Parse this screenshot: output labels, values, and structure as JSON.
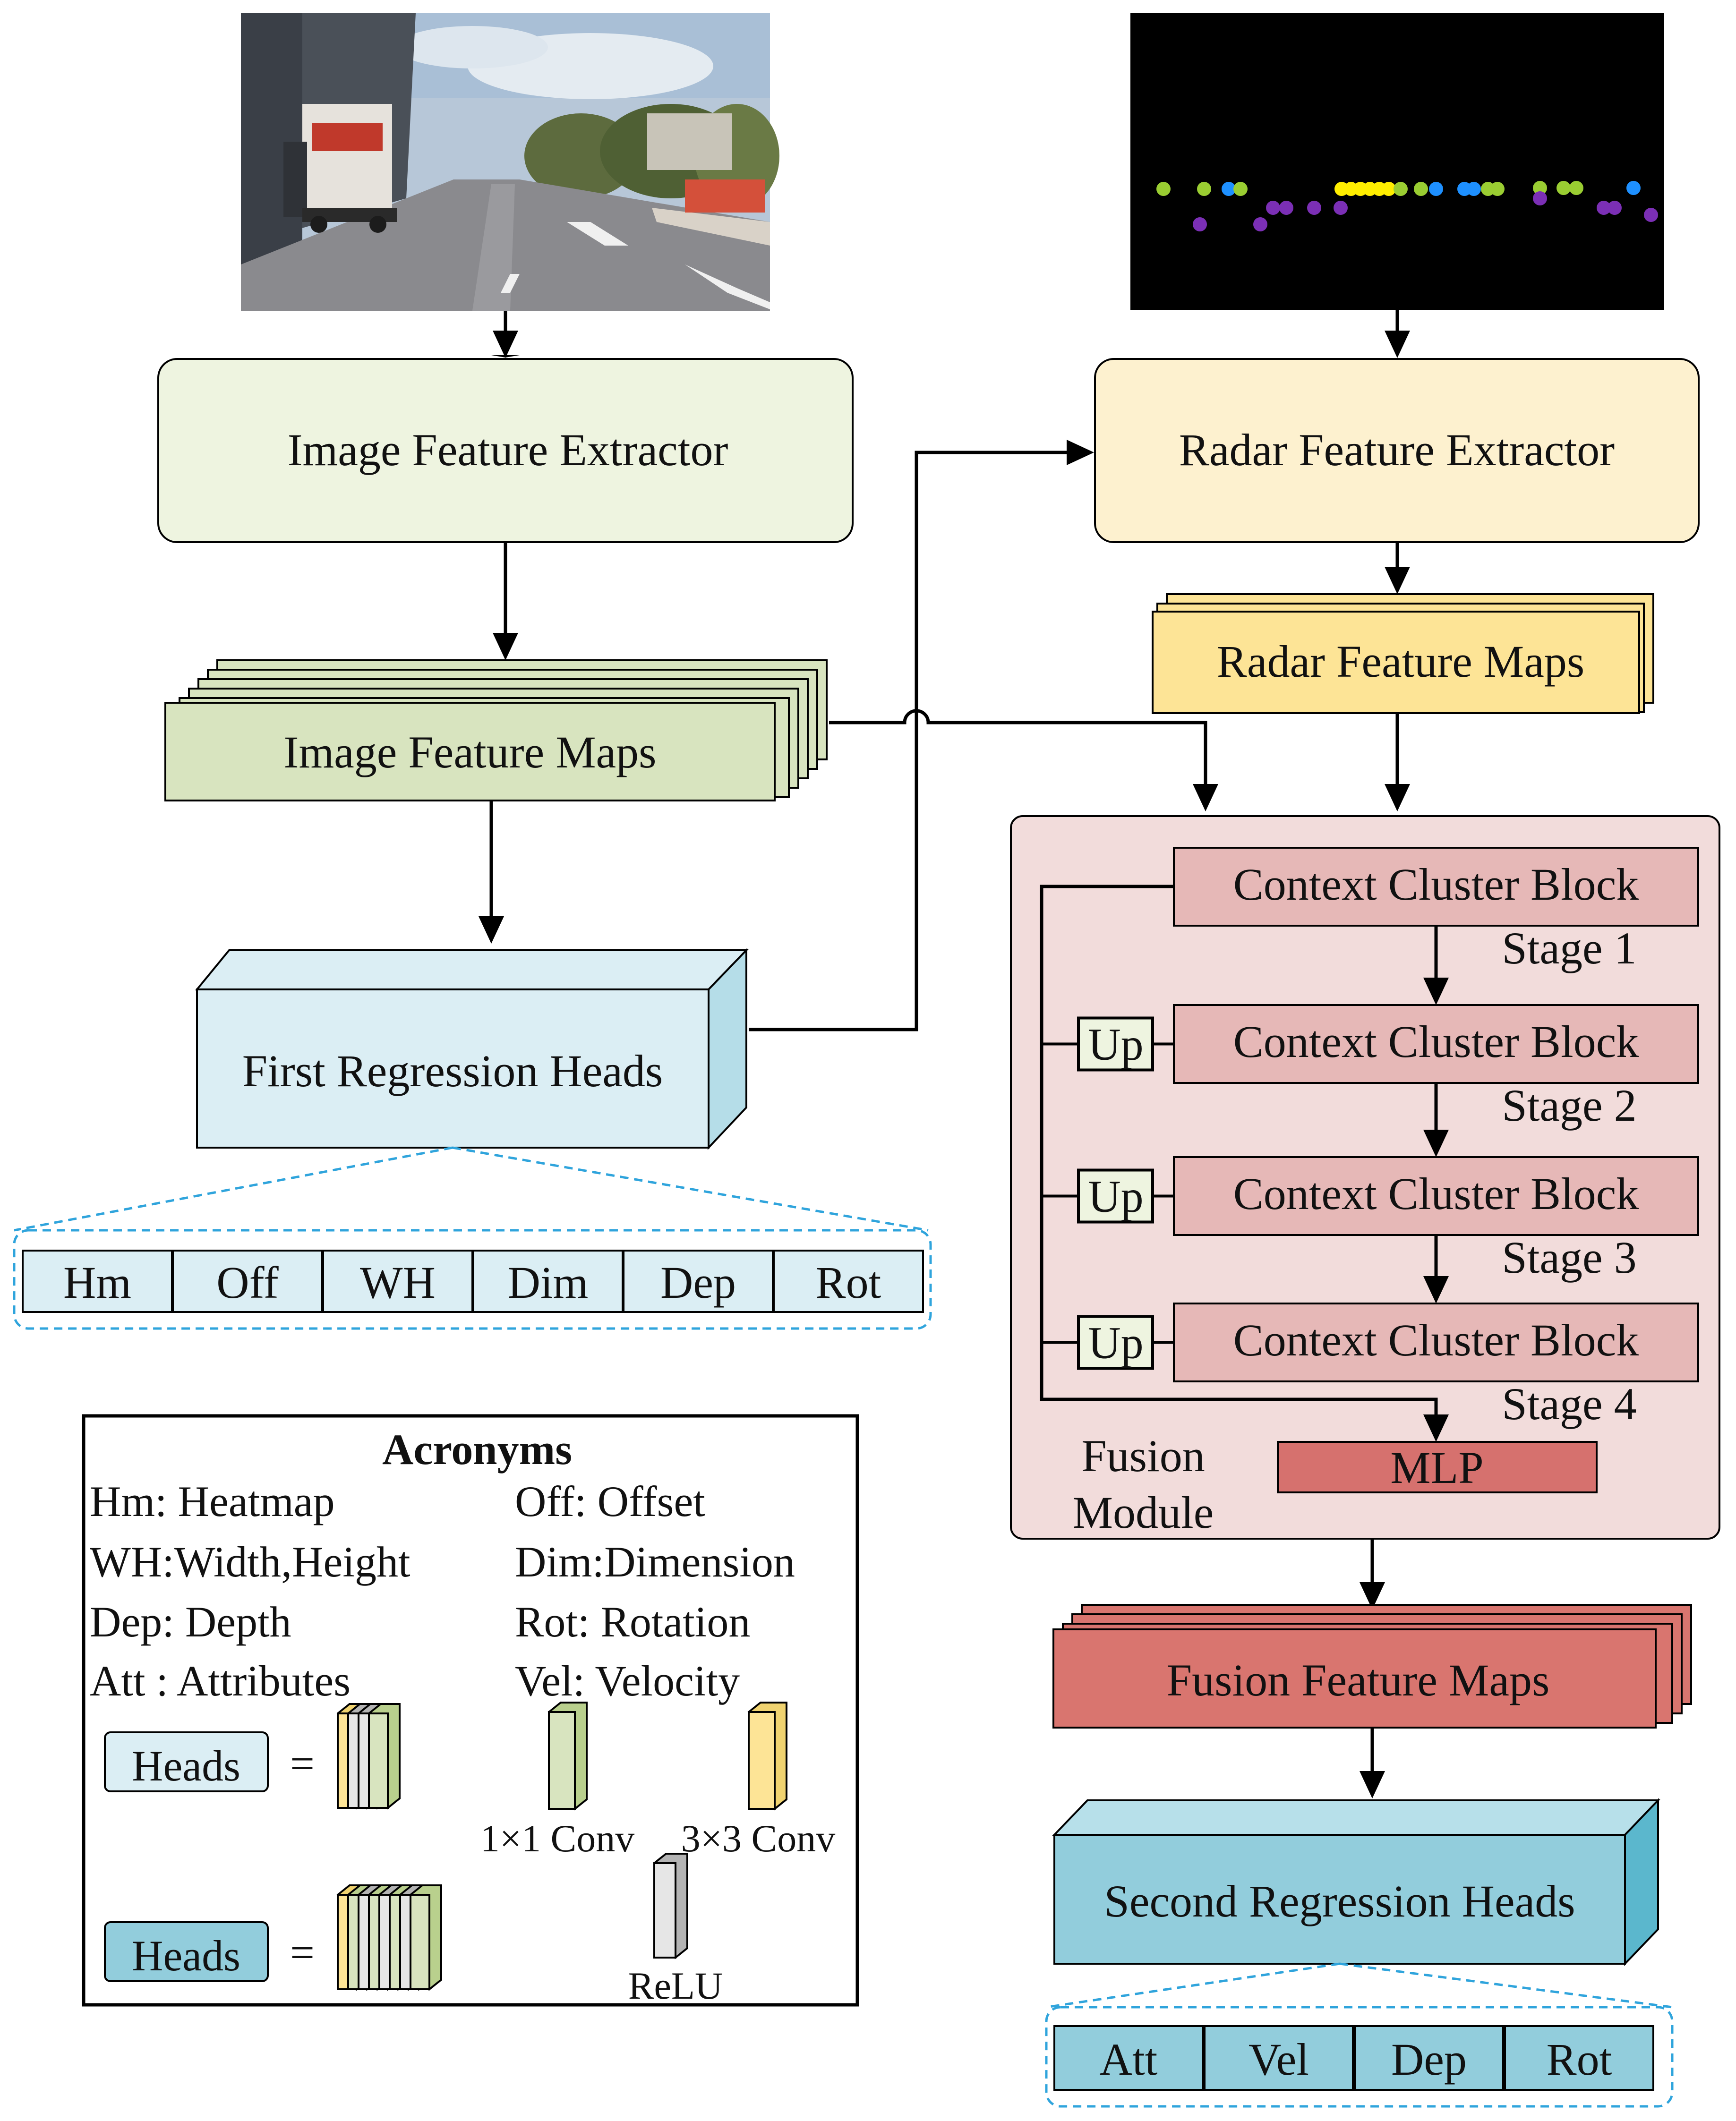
{
  "colors": {
    "image_extractor": "#eef4e0",
    "image_maps": "#d8e4bf",
    "radar_extractor": "#fdf1cf",
    "radar_maps": "#fde496",
    "fusion_module_bg": "#f2dcdb",
    "context_block": "#e6b8b7",
    "mlp": "#d6716e",
    "fusion_maps": "#d9756f",
    "first_heads": "#dbeef4",
    "second_heads": "#92cddc",
    "dashed_outline": "#2fa4dc"
  },
  "image_pane": {
    "label": "camera-image"
  },
  "radar_pane": {
    "label": "radar-point-image"
  },
  "image_extractor": {
    "label": "Image Feature Extractor"
  },
  "image_maps": {
    "label": "Image Feature Maps"
  },
  "radar_extractor": {
    "label": "Radar Feature Extractor"
  },
  "radar_maps": {
    "label": "Radar Feature Maps"
  },
  "first_heads": {
    "label": "First Regression Heads",
    "items": [
      "Hm",
      "Off",
      "WH",
      "Dim",
      "Dep",
      "Rot"
    ]
  },
  "fusion_module": {
    "label_line1": "Fusion",
    "label_line2": "Module",
    "block_label": "Context Cluster Block",
    "up_label": "Up",
    "stages": [
      "Stage 1",
      "Stage 2",
      "Stage 3",
      "Stage 4"
    ],
    "mlp_label": "MLP"
  },
  "fusion_maps": {
    "label": "Fusion Feature Maps"
  },
  "second_heads": {
    "label": "Second Regression  Heads",
    "items": [
      "Att",
      "Vel",
      "Dep",
      "Rot"
    ]
  },
  "legend": {
    "title": "Acronyms",
    "left_col": [
      "Hm: Heatmap",
      "WH:Width,Height",
      "Dep: Depth",
      "Att : Attributes"
    ],
    "right_col": [
      "Off: Offset",
      "Dim:Dimension",
      "Rot: Rotation",
      "Vel: Velocity"
    ],
    "heads_label": "Heads",
    "equals": "=",
    "conv1_label": "1×1 Conv",
    "conv3_label": "3×3 Conv",
    "relu_label": "ReLU"
  }
}
